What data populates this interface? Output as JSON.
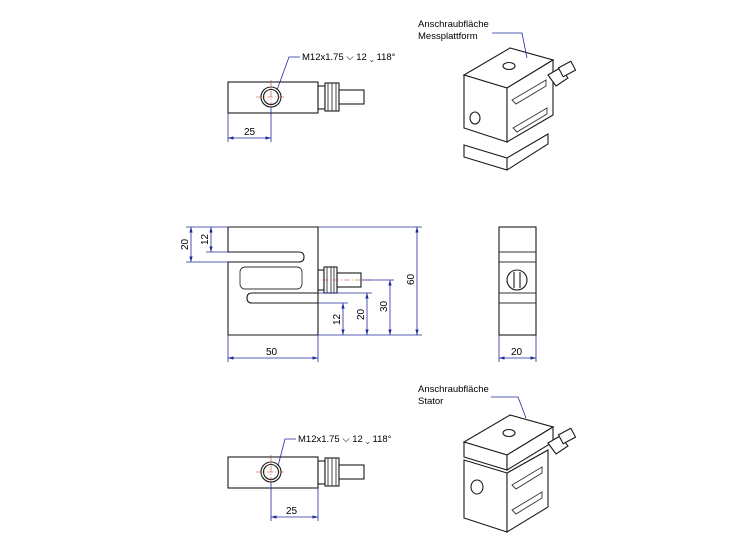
{
  "callouts": {
    "top_thread": "M12x1.75 ⌵ 12 ⌄ 118°",
    "bottom_thread": "M12x1.75 ⌵ 12 ⌄ 118°",
    "iso_top_line1": "Anschraubfläche",
    "iso_top_line2": "Messplattform",
    "iso_bottom_line1": "Anschraubfläche",
    "iso_bottom_line2": "Stator"
  },
  "dimensions": {
    "top_offset": "25",
    "bottom_offset": "25",
    "front_width": "50",
    "front_height": "60",
    "front_upper_outer": "20",
    "front_upper_inner": "12",
    "front_lower_inner": "12",
    "front_lower_outer": "20",
    "front_center": "30",
    "side_width": "20"
  }
}
